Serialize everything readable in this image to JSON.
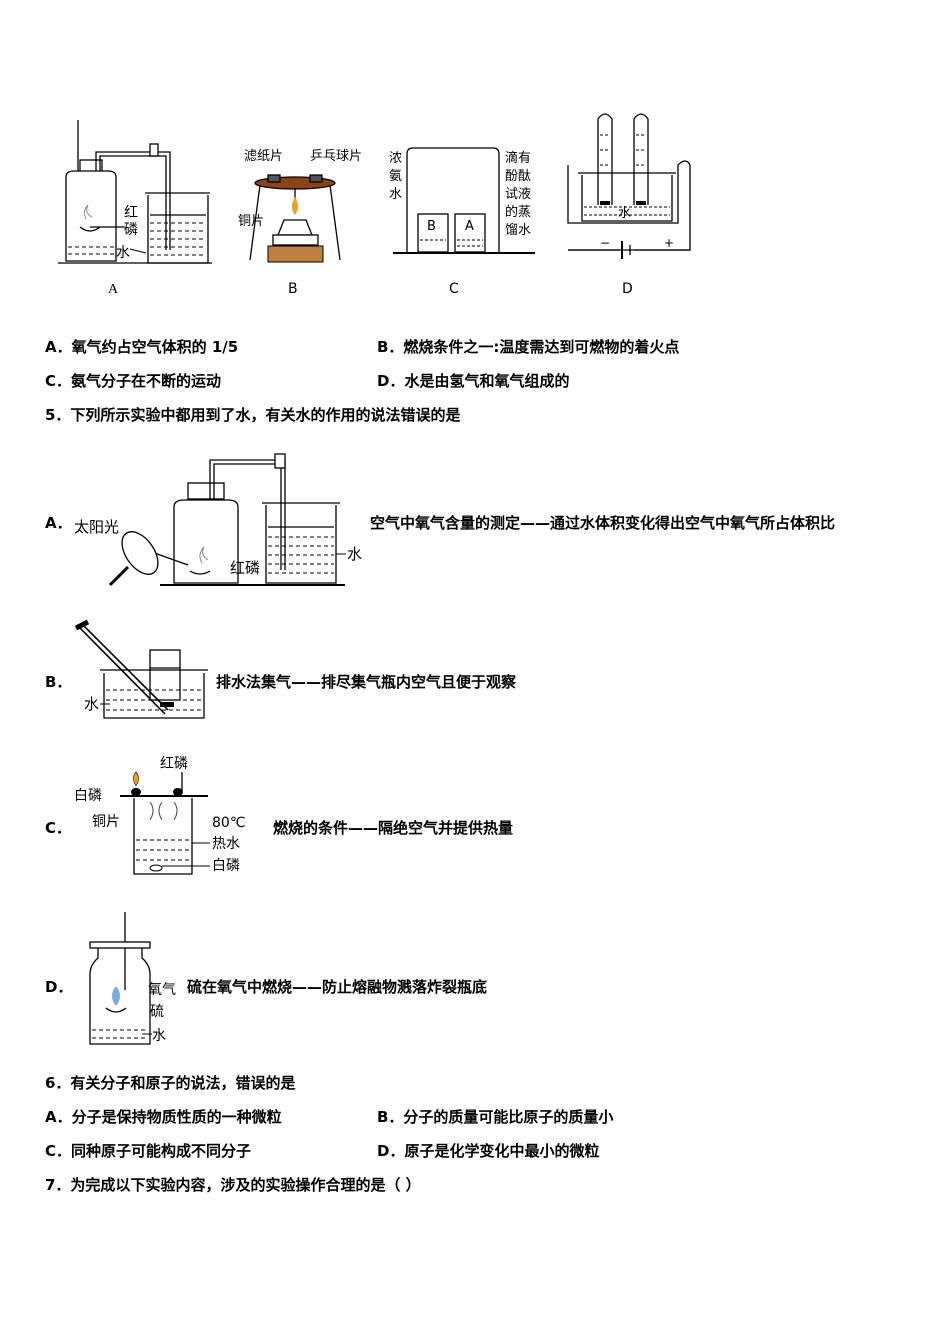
{
  "top_figures": {
    "A": {
      "caption": "A",
      "label_red_p_1": "红",
      "label_red_p_2": "磷",
      "label_water": "水"
    },
    "B": {
      "caption": "B",
      "label_filter": "滤纸片",
      "label_pingpong": "乒乓球片",
      "label_copper": "铜片"
    },
    "C": {
      "caption": "C",
      "beaker_left": "B",
      "beaker_right": "A",
      "left_text": [
        "浓",
        "氨",
        "水"
      ],
      "right_text": [
        "滴有",
        "酚酞",
        "试液",
        "的蒸",
        "馏水"
      ]
    },
    "D": {
      "caption": "D",
      "label_water": "水",
      "minus": "−",
      "plus": "+"
    }
  },
  "q4_options": {
    "A": "A．氧气约占空气体积的 1/5",
    "B": "B．燃烧条件之一:温度需达到可燃物的着火点",
    "C": "C．氨气分子在不断的运动",
    "D": "D．水是由氢气和氧气组成的"
  },
  "q5": {
    "stem": "5．下列所示实验中都用到了水，有关水的作用的说法错误的是",
    "A": {
      "letter": "A．",
      "desc": "空气中氧气含量的测定——通过水体积变化得出空气中氧气所占体积比",
      "sun": "太阳光",
      "red_p": "红磷",
      "water": "水"
    },
    "B": {
      "letter": "B．",
      "desc": "排水法集气——排尽集气瓶内空气且便于观察",
      "water": "水"
    },
    "C": {
      "letter": "C．",
      "desc": "燃烧的条件——隔绝空气并提供热量",
      "red_p": "红磷",
      "white_p_top": "白磷",
      "copper": "铜片",
      "temp": "80℃",
      "hot_water": "热水",
      "white_p_bottom": "白磷"
    },
    "D": {
      "letter": "D．",
      "desc": "硫在氧气中燃烧——防止熔融物溅落炸裂瓶底",
      "oxygen": "氧气",
      "sulfur": "硫",
      "water": "水"
    }
  },
  "q6": {
    "stem": "6．有关分子和原子的说法，错误的是",
    "A": "A．分子是保持物质性质的一种微粒",
    "B": "B．分子的质量可能比原子的质量小",
    "C": "C．同种原子可能构成不同分子",
    "D": "D．原子是化学变化中最小的微粒"
  },
  "q7": {
    "stem": "7．为完成以下实验内容，涉及的实验操作合理的是（    ）"
  }
}
